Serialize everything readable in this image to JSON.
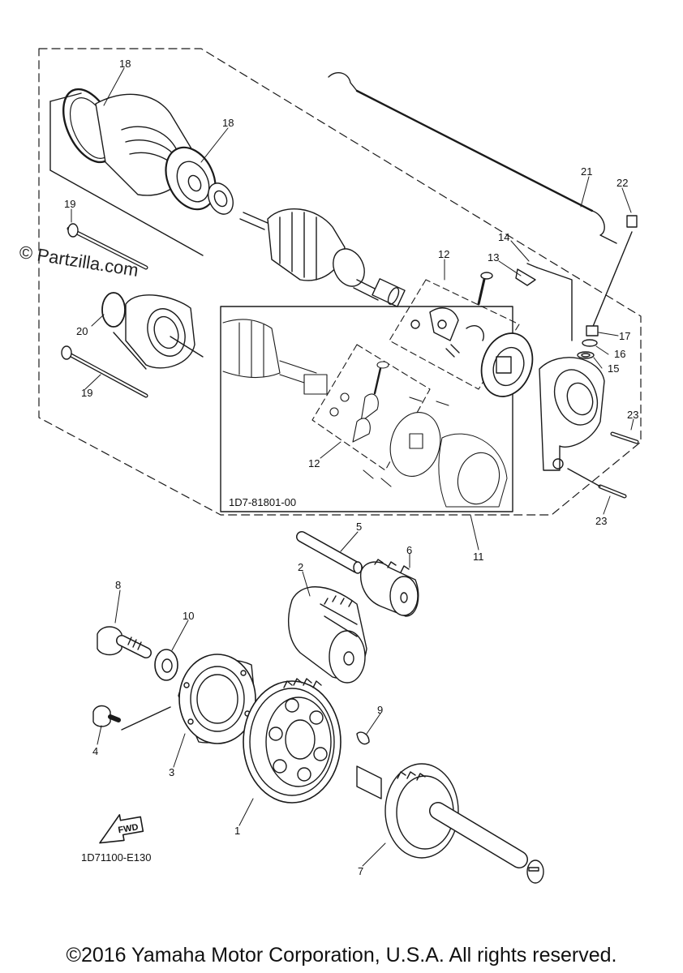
{
  "watermark": "© Partzilla.com",
  "copyright": "©2016 Yamaha Motor Corporation, U.S.A. All rights reserved.",
  "inset_code": "1D7-81801-00",
  "diagram_code": "1D71100-E130",
  "fwd_label": "FWD",
  "callouts": {
    "c18a": "18",
    "c18b": "18",
    "c19a": "19",
    "c19b": "19",
    "c20": "20",
    "c21": "21",
    "c22": "22",
    "c14": "14",
    "c13": "13",
    "c12a": "12",
    "c12b": "12",
    "c17": "17",
    "c16": "16",
    "c15": "15",
    "c23a": "23",
    "c23b": "23",
    "c11": "11",
    "c5": "5",
    "c6": "6",
    "c2": "2",
    "c8": "8",
    "c10": "10",
    "c9": "9",
    "c4": "4",
    "c3": "3",
    "c1": "1",
    "c7": "7"
  }
}
